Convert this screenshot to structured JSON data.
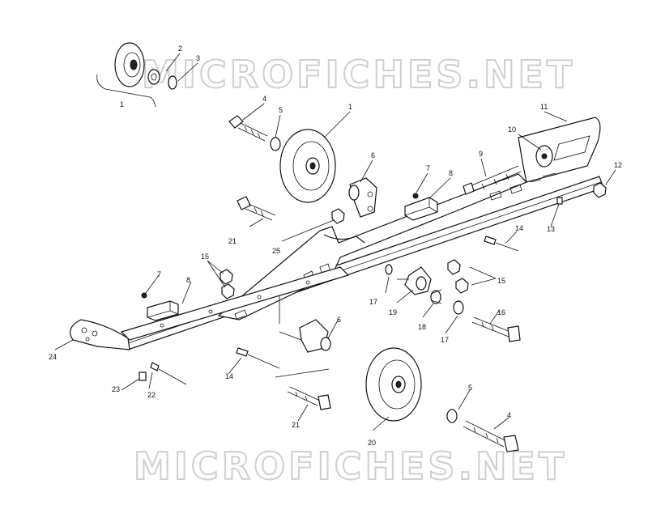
{
  "watermark": "MICROFICHES.NET",
  "callouts": [
    "1",
    "2",
    "3",
    "4",
    "5",
    "1",
    "6",
    "7",
    "8",
    "9",
    "10",
    "11",
    "12",
    "13",
    "14",
    "15",
    "15",
    "16",
    "17",
    "17",
    "18",
    "19",
    "20",
    "21",
    "21",
    "22",
    "23",
    "24",
    "25",
    "4",
    "5",
    "6",
    "7",
    "8",
    "14"
  ]
}
